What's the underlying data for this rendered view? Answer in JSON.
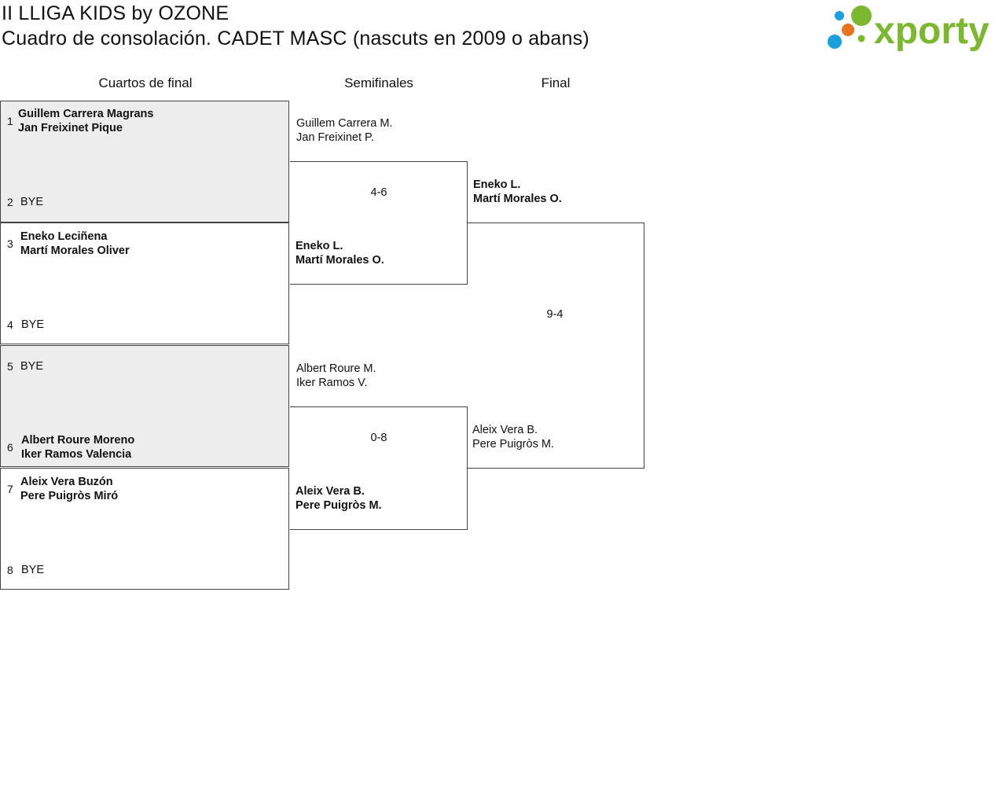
{
  "header": {
    "title": "II LLIGA KIDS by OZONE",
    "subtitle": "Cuadro de consolación. CADET MASC (nascuts en 2009 o abans)"
  },
  "logo": {
    "text": "xporty",
    "colors": {
      "green": "#7cb82f",
      "blue": "#1aa0e0",
      "orange": "#e8731c"
    }
  },
  "rounds": {
    "quarterfinals": "Cuartos de final",
    "semifinals": "Semifinales",
    "final": "Final"
  },
  "quarterfinals": [
    {
      "seed_a": "1",
      "a1": "Guillem Carrera Magrans",
      "a2": "Jan Freixinet Pique",
      "seed_b": "2",
      "b1": "BYE"
    },
    {
      "seed_a": "3",
      "a1": "Eneko Leciñena",
      "a2": "Martí Morales Oliver",
      "seed_b": "4",
      "b1": "BYE"
    },
    {
      "seed_a": "5",
      "a1": "BYE",
      "seed_b": "6",
      "b1": "Albert Roure Moreno",
      "b2": "Iker Ramos Valencia"
    },
    {
      "seed_a": "7",
      "a1": "Aleix Vera Buzón",
      "a2": "Pere Puigròs Miró",
      "seed_b": "8",
      "b1": "BYE"
    }
  ],
  "semifinals": [
    {
      "top1": "Guillem Carrera M.",
      "top2": "Jan Freixinet P.",
      "score": "4-6",
      "bot1": "Eneko L.",
      "bot2": "Martí Morales O."
    },
    {
      "top1": "Albert Roure M.",
      "top2": "Iker Ramos V.",
      "score": "0-8",
      "bot1": "Aleix Vera B.",
      "bot2": "Pere Puigròs M."
    }
  ],
  "final": {
    "top1": "Eneko L.",
    "top2": "Martí Morales O.",
    "score": "9-4",
    "bot1": "Aleix Vera B.",
    "bot2": "Pere Puigròs M."
  }
}
